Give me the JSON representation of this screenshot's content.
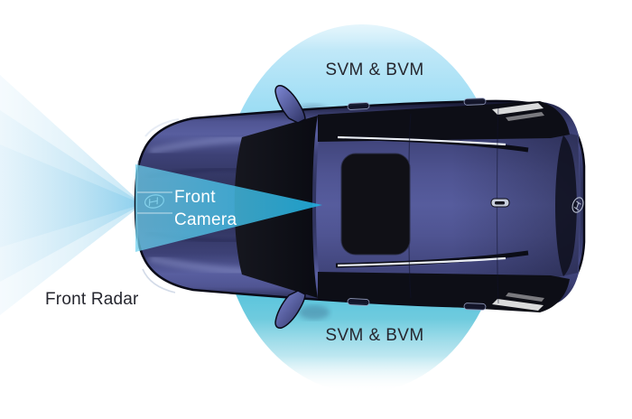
{
  "diagram": {
    "background": "#ffffff",
    "coverage": {
      "svm_bvm_top_label": "SVM & BVM",
      "svm_bvm_bottom_label": "SVM & BVM",
      "front_camera_label_line1": "Front",
      "front_camera_label_line2": "Camera",
      "front_radar_label": "Front Radar"
    },
    "colors": {
      "svm_bvm_zone_top": "#a3dff5",
      "svm_bvm_zone_bottom": "#4cc0dc",
      "front_camera_cone": "#38c3ea",
      "front_radar_fan": "#b5e0f4",
      "vehicle_body": "#3e4377",
      "vehicle_glass": "#0c0d14",
      "label_text": "#26272f",
      "camera_label_text": "#ffffff"
    },
    "icons": {
      "front_badge": "hyundai-logo",
      "rear_badge": "hyundai-logo"
    }
  }
}
